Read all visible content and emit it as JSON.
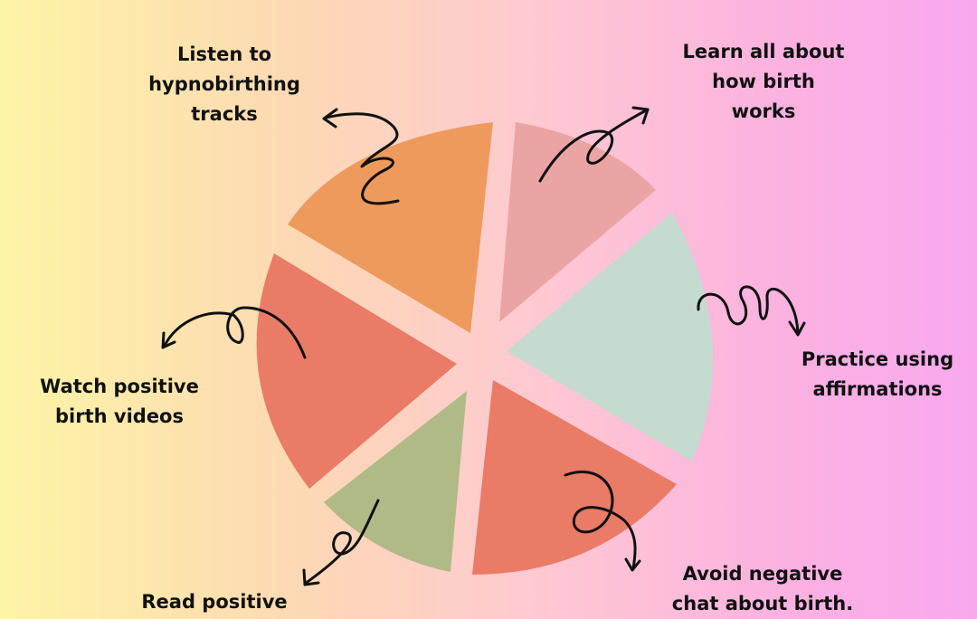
{
  "colors": {
    "orange": "#EE9A5C",
    "pink": "#EBA4A4",
    "mint": "#C5DBD0",
    "coral": "#E97B67",
    "olive": "#B0BA87",
    "text": "#111111"
  },
  "segments": [
    {
      "id": "listen",
      "color": "#EE9A5C",
      "label_lines": [
        "Listen to",
        "hypnobirthing",
        "tracks"
      ]
    },
    {
      "id": "learn",
      "color": "#EBA4A4",
      "label_lines": [
        "Learn all about",
        "how birth",
        "works"
      ]
    },
    {
      "id": "affirm",
      "color": "#C5DBD0",
      "label_lines": [
        "Practice using",
        "affirmations"
      ]
    },
    {
      "id": "avoid",
      "color": "#E97B67",
      "label_lines": [
        "Avoid negative",
        "chat about birth."
      ]
    },
    {
      "id": "read",
      "color": "#B0BA87",
      "label_lines": [
        "Read positive"
      ]
    },
    {
      "id": "watch",
      "color": "#E97B67",
      "label_lines": [
        "Watch positive",
        "birth videos"
      ]
    }
  ]
}
